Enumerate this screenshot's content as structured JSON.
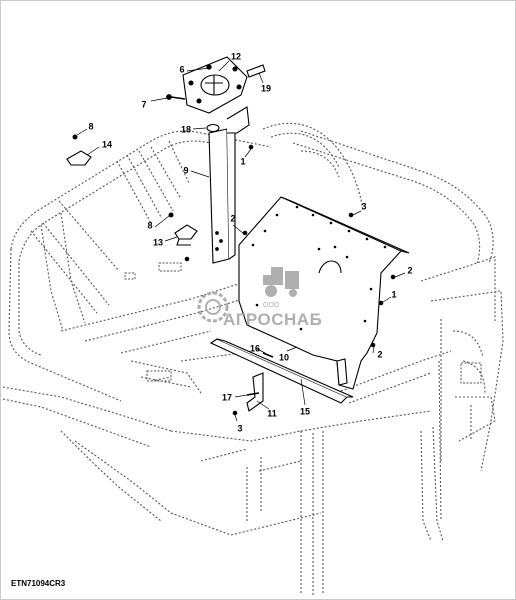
{
  "figure_code": "ETN71094CR3",
  "watermark": {
    "prefix": "ООО",
    "name": "АГРОСНАБ"
  },
  "callouts": [
    "12",
    "6",
    "19",
    "7",
    "18",
    "8",
    "14",
    "1",
    "9",
    "3",
    "8",
    "13",
    "2",
    "2",
    "1",
    "2",
    "16",
    "10",
    "17",
    "11",
    "15",
    "3"
  ],
  "colors": {
    "line": "#000000",
    "dotted": "#555555",
    "watermark": "#a7a7a7"
  }
}
